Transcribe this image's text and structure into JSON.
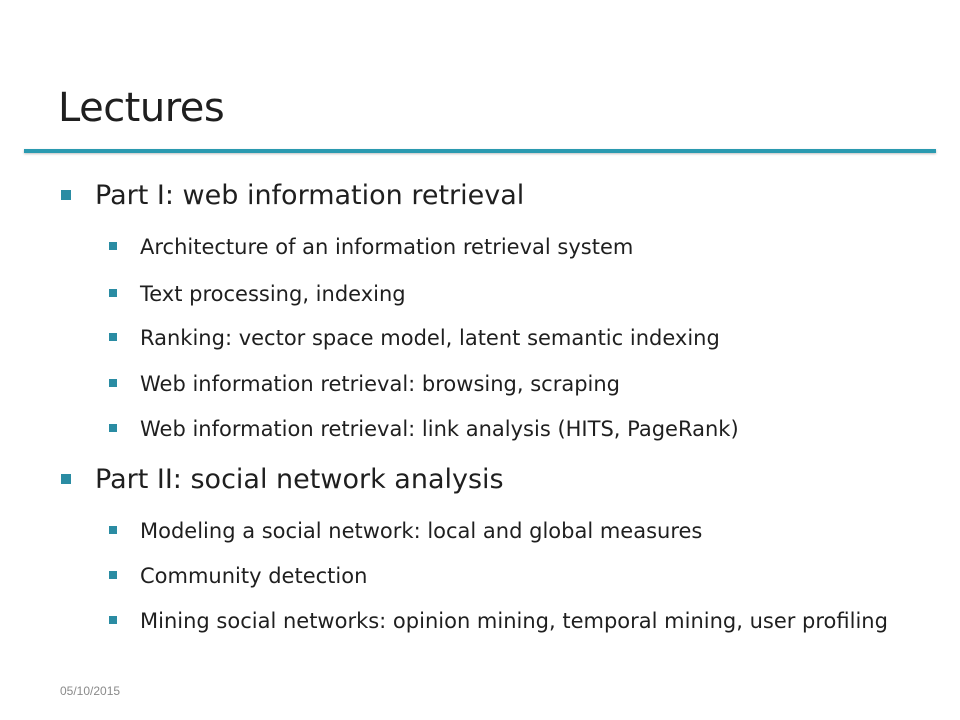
{
  "slide": {
    "title": "Lectures",
    "footer_date": "05/10/2015",
    "accent_color": "#2a9ab0",
    "sections": [
      {
        "heading": "Part I: web information retrieval",
        "items": [
          "Architecture of an information retrieval system",
          "Text processing, indexing",
          "Ranking: vector space model, latent semantic indexing",
          "Web information retrieval: browsing, scraping",
          "Web information retrieval: link analysis (HITS, PageRank)"
        ]
      },
      {
        "heading": "Part II: social network analysis",
        "items": [
          "Modeling a social network: local and global measures",
          "Community detection",
          "Mining social networks: opinion mining, temporal mining, user profiling"
        ]
      }
    ]
  }
}
